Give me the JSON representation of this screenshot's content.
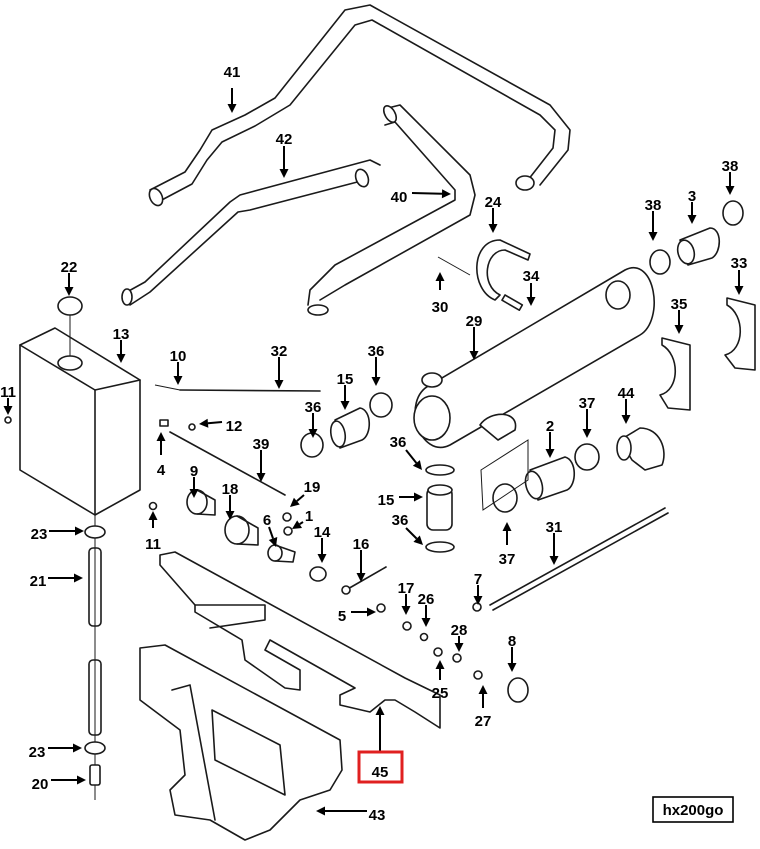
{
  "diagram": {
    "type": "exploded-parts-diagram",
    "drawing_id": "hx200go",
    "highlighted_callout": "45",
    "highlight_color": "#e02020",
    "line_color": "#1a1a1a",
    "callouts": [
      {
        "number": "41"
      },
      {
        "number": "42"
      },
      {
        "number": "40"
      },
      {
        "number": "24"
      },
      {
        "number": "38"
      },
      {
        "number": "3"
      },
      {
        "number": "38"
      },
      {
        "number": "22"
      },
      {
        "number": "30"
      },
      {
        "number": "34"
      },
      {
        "number": "33"
      },
      {
        "number": "29"
      },
      {
        "number": "35"
      },
      {
        "number": "13"
      },
      {
        "number": "11"
      },
      {
        "number": "10"
      },
      {
        "number": "32"
      },
      {
        "number": "36"
      },
      {
        "number": "15"
      },
      {
        "number": "36"
      },
      {
        "number": "12"
      },
      {
        "number": "4"
      },
      {
        "number": "39"
      },
      {
        "number": "37"
      },
      {
        "number": "44"
      },
      {
        "number": "2"
      },
      {
        "number": "36"
      },
      {
        "number": "9"
      },
      {
        "number": "18"
      },
      {
        "number": "19"
      },
      {
        "number": "1"
      },
      {
        "number": "6"
      },
      {
        "number": "14"
      },
      {
        "number": "15"
      },
      {
        "number": "11"
      },
      {
        "number": "23"
      },
      {
        "number": "36"
      },
      {
        "number": "37"
      },
      {
        "number": "31"
      },
      {
        "number": "16"
      },
      {
        "number": "21"
      },
      {
        "number": "7"
      },
      {
        "number": "17"
      },
      {
        "number": "26"
      },
      {
        "number": "5"
      },
      {
        "number": "28"
      },
      {
        "number": "8"
      },
      {
        "number": "25"
      },
      {
        "number": "27"
      },
      {
        "number": "45"
      },
      {
        "number": "23"
      },
      {
        "number": "20"
      },
      {
        "number": "43"
      }
    ]
  }
}
